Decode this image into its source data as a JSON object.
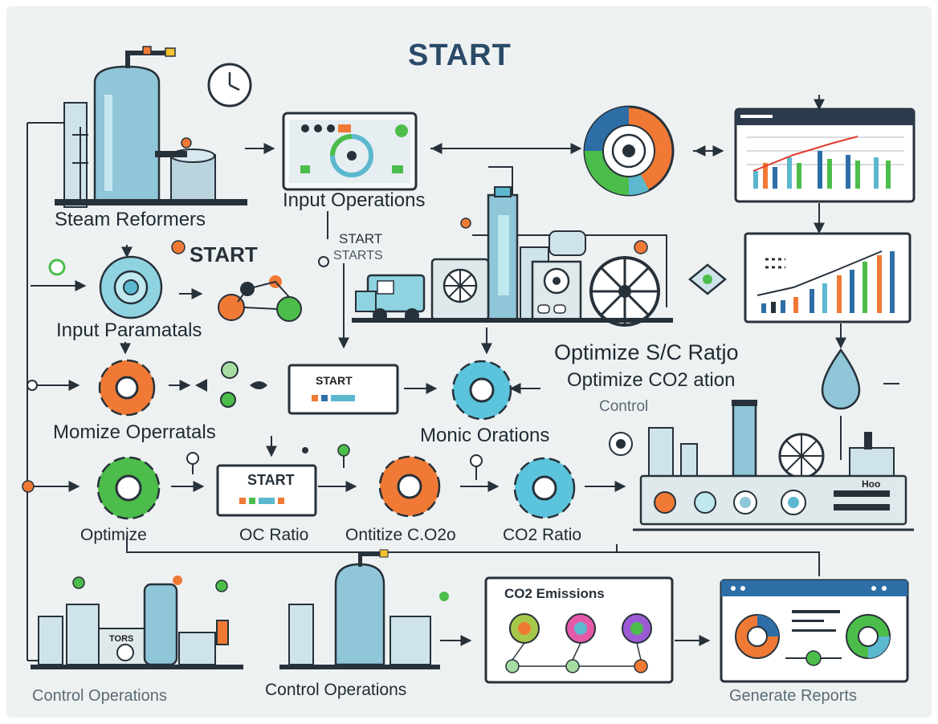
{
  "title": "START",
  "labels": {
    "steam_reformers": "Steam Reformers",
    "input_operations": "Input Operations",
    "input_paramatals": "Input Paramatals",
    "start_mid": "START",
    "start_small": "START",
    "start_starts": "STARTS",
    "optimize_sc_ratio": "Optimize S/C Ratjo",
    "optimize_co2_ration": "Optimize CO2 ation",
    "control_faint": "Control",
    "momize_operratals": "Momize Operratals",
    "monic_orations": "Monic Orations",
    "start_panel_1": "START",
    "start_panel_2": "START",
    "optimize": "Optimize",
    "oc_ratio": "OC Ratio",
    "ontitize_co2": "Ontitize C.O2o",
    "co2_ratio": "CO2 Ratio",
    "control_operations_left": "Control Operations",
    "control_operations_mid": "Control Operations",
    "co2_emissions": "CO2 Emissions",
    "generate_reports": "Generate Reports",
    "storage_tag": "TORS",
    "status_tag": "Hoo"
  },
  "colors": {
    "accent_blue": "#5bb8cf",
    "accent_orange": "#f07a35",
    "accent_green": "#4cbd4a",
    "dark": "#27313a",
    "title": "#2a4a68"
  }
}
